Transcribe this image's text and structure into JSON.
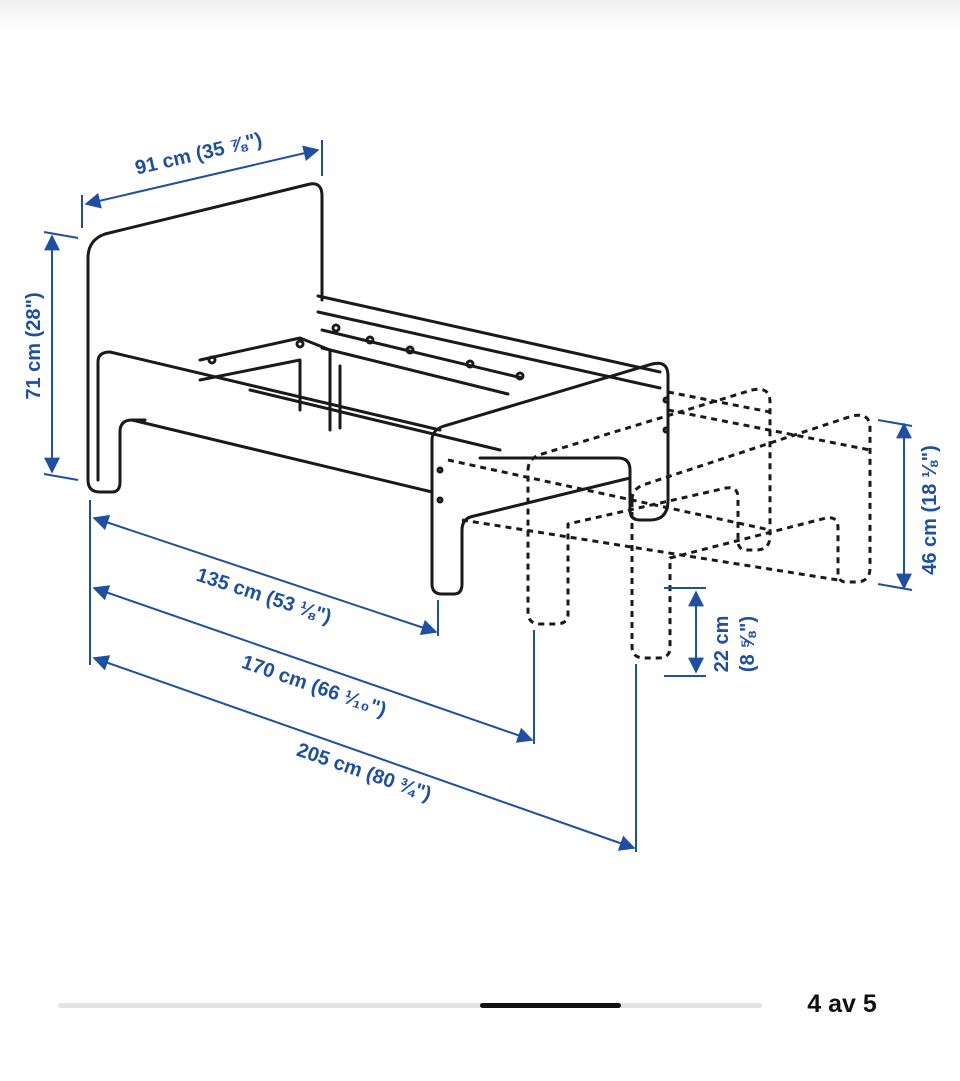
{
  "colors": {
    "dimension_blue": "#1f4fa0",
    "line_black": "#1a1a1a",
    "pager_track": "#e3e3e3",
    "pager_thumb": "#111111"
  },
  "dimensions": {
    "width": "91 cm (35 ⅞\")",
    "height": "71 cm (28\")",
    "length_short": "135 cm (53 ⅛\")",
    "length_mid": "170 cm (66 ¹⁄₁₀\")",
    "length_long": "205 cm (80 ¾\")",
    "side_height": "46 cm (18 ⅛\")",
    "leg_clearance_cm": "22 cm",
    "leg_clearance_in": "(8 ⅝\")"
  },
  "pager": {
    "label": "4 av 5",
    "current": 4,
    "total": 5
  }
}
